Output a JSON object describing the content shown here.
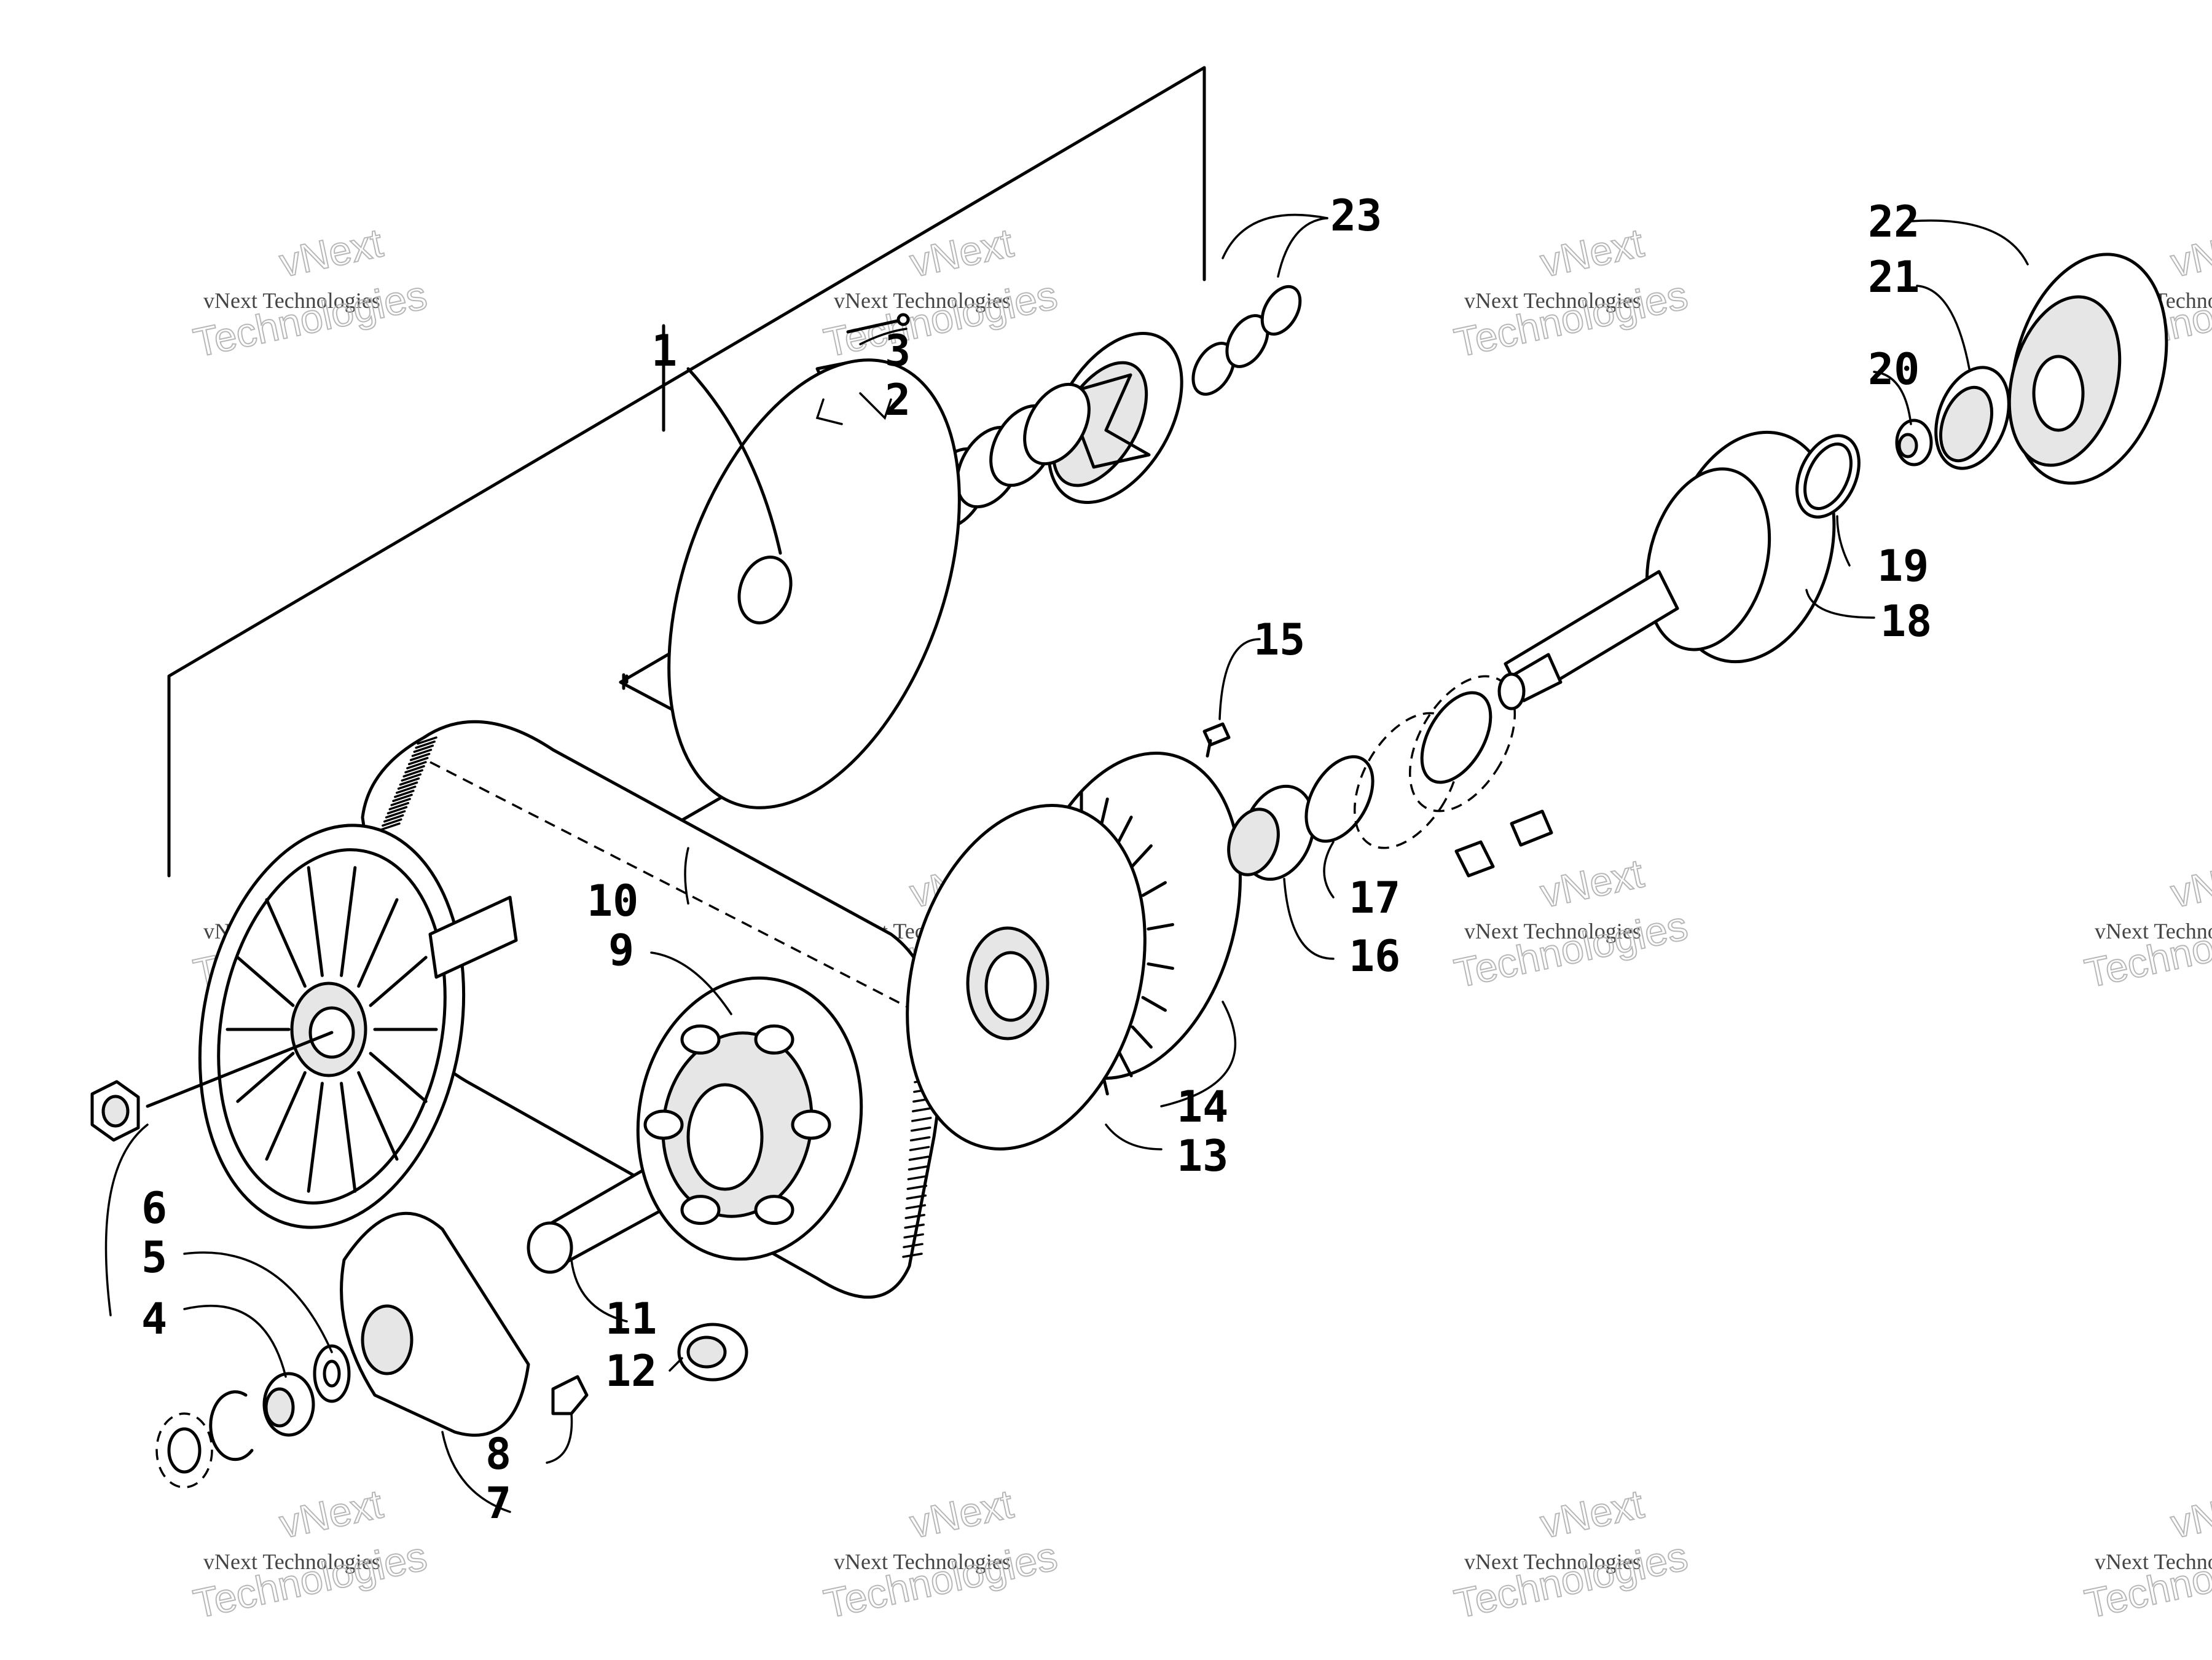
{
  "callouts": [
    {
      "id": "1",
      "label": "1"
    },
    {
      "id": "2",
      "label": "2"
    },
    {
      "id": "3",
      "label": "3"
    },
    {
      "id": "4",
      "label": "4"
    },
    {
      "id": "5",
      "label": "5"
    },
    {
      "id": "6",
      "label": "6"
    },
    {
      "id": "7",
      "label": "7"
    },
    {
      "id": "8",
      "label": "8"
    },
    {
      "id": "9",
      "label": "9"
    },
    {
      "id": "10",
      "label": "10"
    },
    {
      "id": "11",
      "label": "11"
    },
    {
      "id": "12",
      "label": "12"
    },
    {
      "id": "13",
      "label": "13"
    },
    {
      "id": "14",
      "label": "14"
    },
    {
      "id": "15",
      "label": "15"
    },
    {
      "id": "16",
      "label": "16"
    },
    {
      "id": "17",
      "label": "17"
    },
    {
      "id": "18",
      "label": "18"
    },
    {
      "id": "19",
      "label": "19"
    },
    {
      "id": "20",
      "label": "20"
    },
    {
      "id": "21",
      "label": "21"
    },
    {
      "id": "22",
      "label": "22"
    },
    {
      "id": "23",
      "label": "23"
    }
  ],
  "watermark": {
    "line1": "vNext Technologies",
    "line2": "vNext",
    "line3": "Technologies"
  }
}
